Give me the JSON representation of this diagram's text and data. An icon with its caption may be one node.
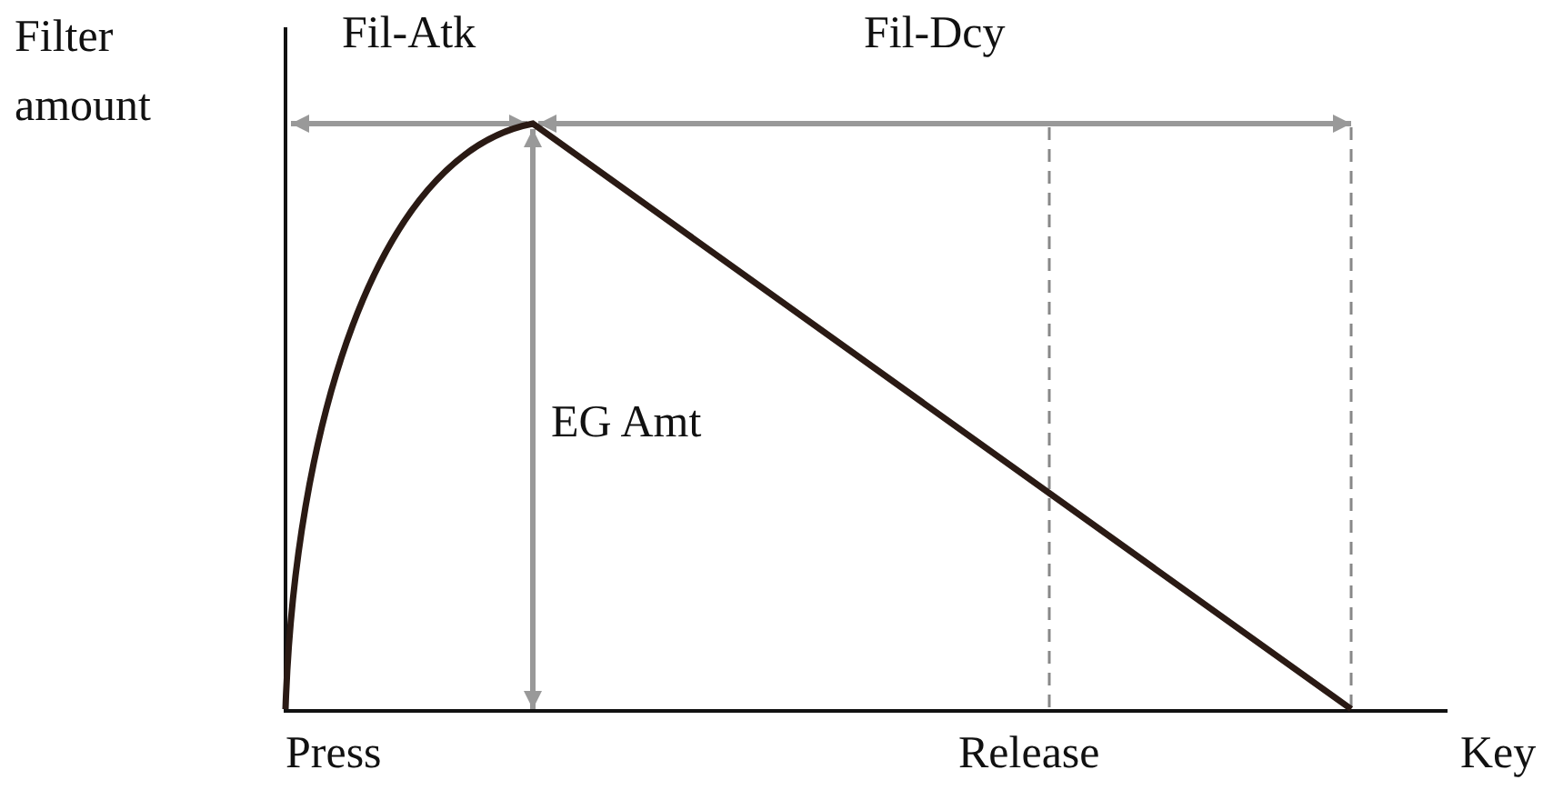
{
  "diagram": {
    "labels": [
      "Filter amount",
      "Fil-Atk",
      "Fil-Dcy",
      "EG Amt",
      "Press",
      "Release",
      "Key"
    ]
  }
}
